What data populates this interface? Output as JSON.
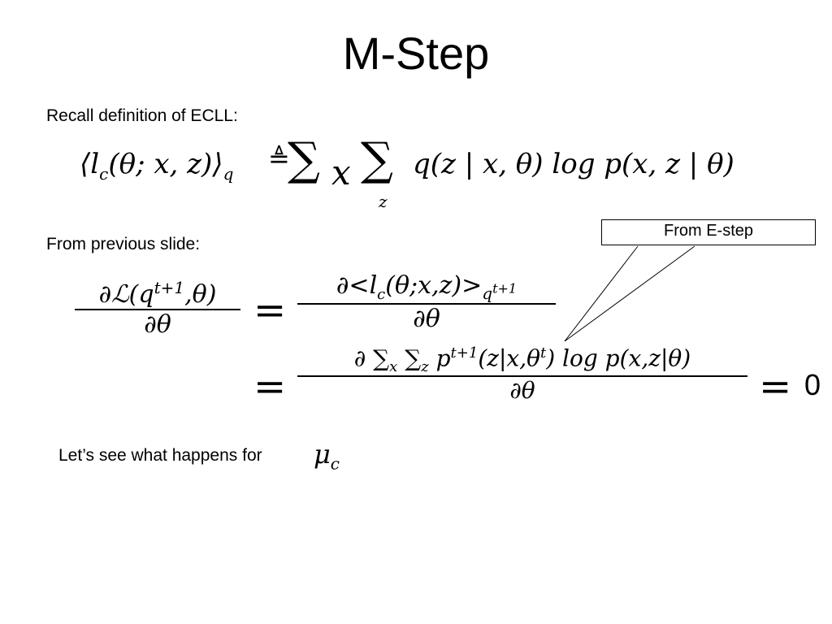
{
  "slide": {
    "title": "M-Step",
    "recall_label": "Recall definition of ECLL:",
    "previous_label": "From previous slide:",
    "callout_label": "From E-step",
    "bottom_text": "Let’s see what happens for",
    "equals_zero": "0"
  },
  "equations": {
    "ecll": {
      "lhs": "⟨l",
      "lhs_sub": "c",
      "lhs_args": "(θ; x, z)⟩",
      "lhs_q": "q",
      "defeq": "≜",
      "sum_x": "∑",
      "sum_x_index": "x",
      "sum_z": "∑",
      "sum_z_index": "z",
      "rhs": "q(z | x, θ) log p(x, z | θ)"
    },
    "derivative": {
      "lhs_num": "∂ℒ(q",
      "lhs_num_sup": "t+1",
      "lhs_num_tail": ",θ)",
      "lhs_den": "∂θ",
      "eq1": "=",
      "rhs1_num": "∂<l",
      "rhs1_num_sub": "c",
      "rhs1_num_args": "(θ;x,z)>",
      "rhs1_num_q": "q",
      "rhs1_num_sup": "t+1",
      "rhs1_den": "∂θ",
      "eq2": "=",
      "rhs2_num_a": "∂ ∑",
      "rhs2_num_x": "x",
      "rhs2_num_b": " ∑",
      "rhs2_num_z": "z",
      "rhs2_num_p": " p",
      "rhs2_num_sup": "t+1",
      "rhs2_num_c": "(z|x,θ",
      "rhs2_num_t": "t",
      "rhs2_num_d": ") log p(x,z|θ)",
      "rhs2_den": "∂θ",
      "eq3": "="
    },
    "mu": {
      "symbol": "μ",
      "sub": "c"
    }
  }
}
